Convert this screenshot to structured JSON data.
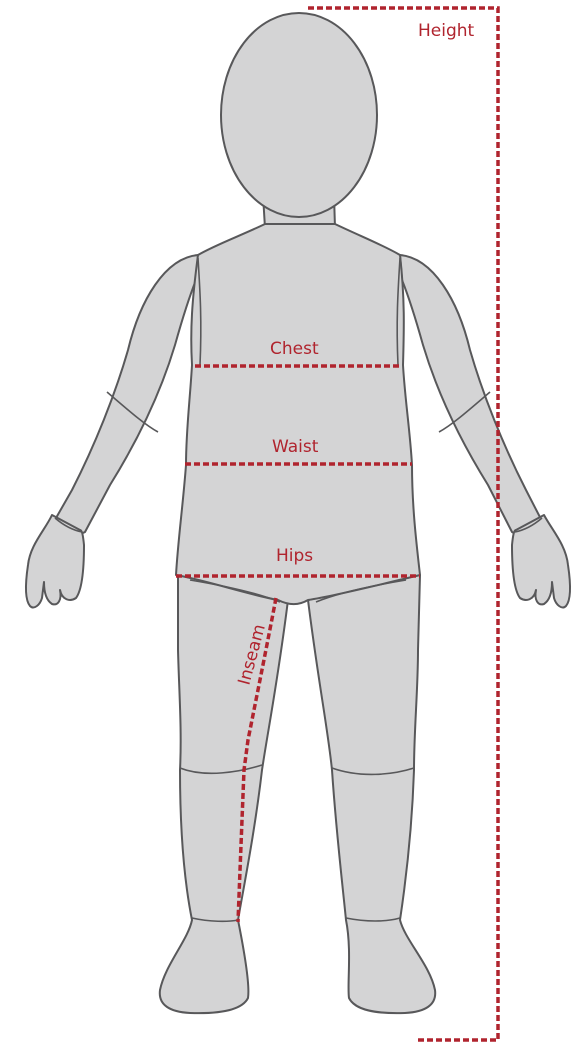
{
  "diagram": {
    "labels": {
      "height": "Height",
      "chest": "Chest",
      "waist": "Waist",
      "hips": "Hips",
      "inseam": "Inseam"
    }
  },
  "colors": {
    "body_fill": "#d4d4d5",
    "body_outline": "#58585a",
    "measure": "#b0242e",
    "background": "#ffffff"
  }
}
